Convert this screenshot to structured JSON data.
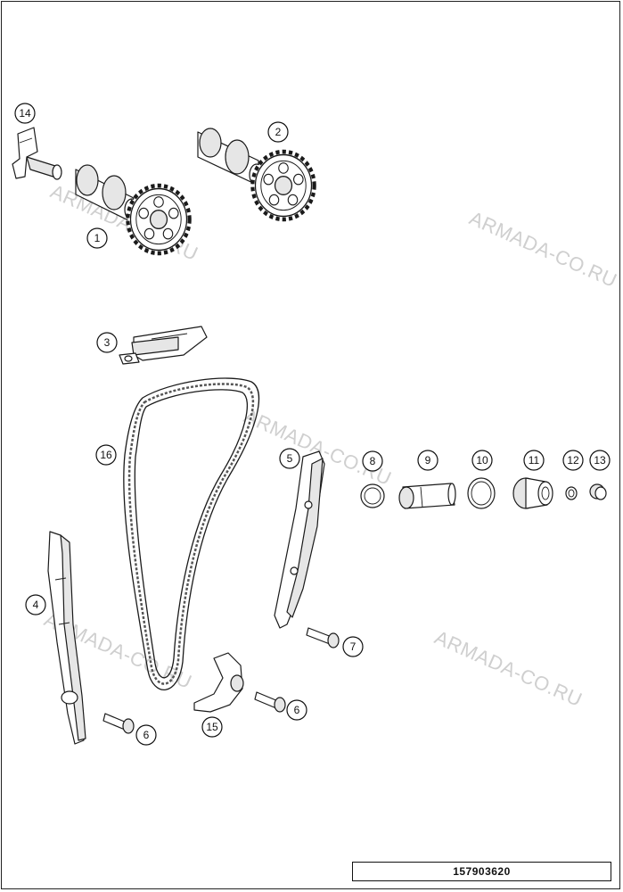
{
  "diagram": {
    "callouts": {
      "c1": "1",
      "c2": "2",
      "c3": "3",
      "c4": "4",
      "c5": "5",
      "c6a": "6",
      "c6b": "6",
      "c7": "7",
      "c8": "8",
      "c9": "9",
      "c10": "10",
      "c11": "11",
      "c12": "12",
      "c13": "13",
      "c14": "14",
      "c15": "15",
      "c16": "16"
    },
    "watermarks": {
      "w1": "ARMADA-CO.RU",
      "w2": "ARMADA-CO.RU",
      "w3": "ARMADA-CO.RU",
      "w4": "ARMADA-CO.RU",
      "w5": "ARMADA-CO.RU"
    },
    "part_code": "157903620"
  }
}
